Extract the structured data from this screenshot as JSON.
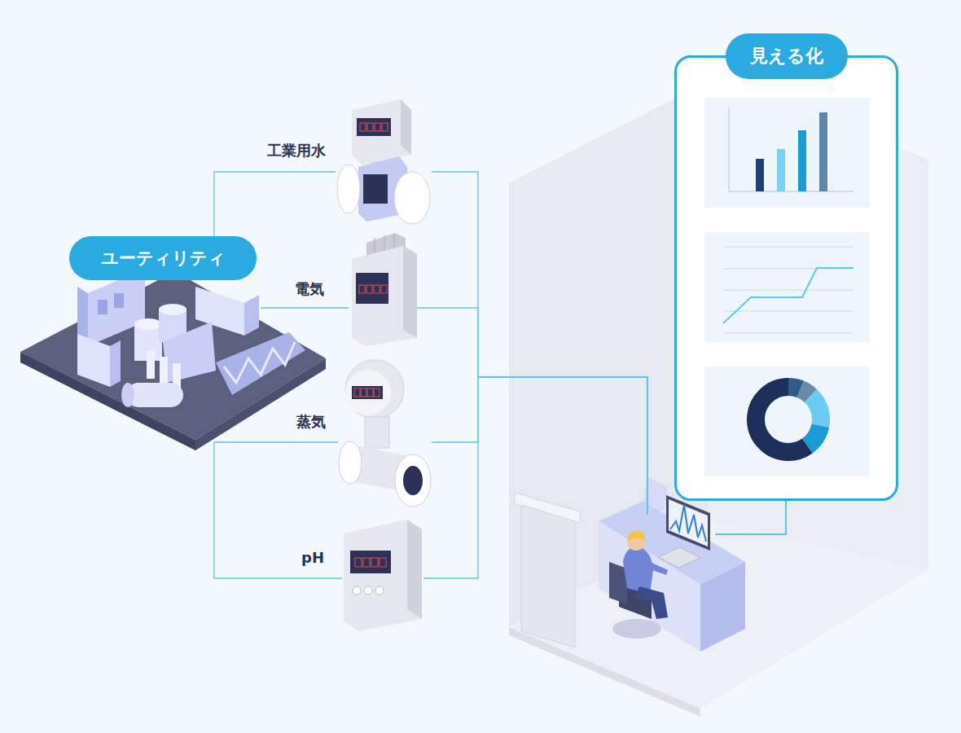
{
  "diagram": {
    "nodes": [
      {
        "text": [
          "ユーティリティ"
        ]
      },
      {
        "text": [
          "工業用水"
        ]
      },
      {
        "text": [
          "電気"
        ]
      },
      {
        "text": [
          "蒸気"
        ]
      },
      {
        "text": [
          "pH"
        ]
      },
      {
        "text": [
          "見える化"
        ]
      }
    ],
    "edges": [
      {
        "from": 0,
        "to": 1,
        "arrow": "none"
      },
      {
        "from": 0,
        "to": 2,
        "arrow": "none"
      },
      {
        "from": 0,
        "to": 3,
        "arrow": "none"
      },
      {
        "from": 0,
        "to": 4,
        "arrow": "none"
      },
      {
        "from": 1,
        "to": 5,
        "arrow": "none"
      },
      {
        "from": 2,
        "to": 5,
        "arrow": "none"
      },
      {
        "from": 3,
        "to": 5,
        "arrow": "none"
      },
      {
        "from": 4,
        "to": 5,
        "arrow": "none"
      }
    ]
  }
}
